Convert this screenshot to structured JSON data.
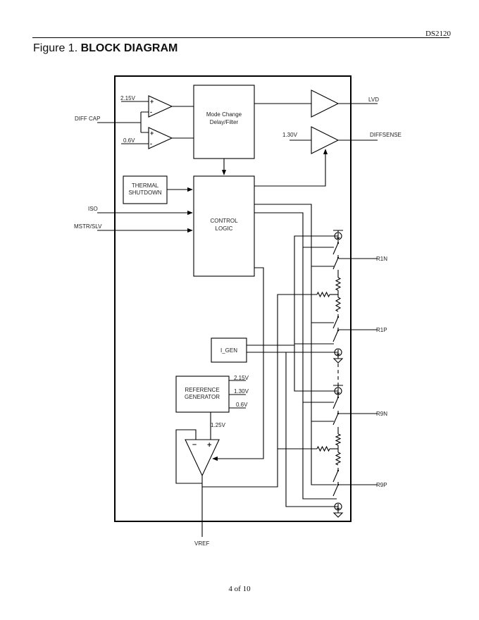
{
  "header": {
    "doc_id": "DS2120",
    "figure_prefix": "Figure 1.",
    "figure_title": "BLOCK DIAGRAM"
  },
  "footer": {
    "page": "4 of 10"
  },
  "blocks": {
    "mode_change": [
      "Mode Change",
      "Delay/Filter"
    ],
    "thermal": [
      "THERMAL",
      "SHUTDOWN"
    ],
    "control_logic": [
      "CONTROL",
      "LOGIC"
    ],
    "igen": "I_GEN",
    "reference": [
      "REFERENCE",
      "GENERATOR"
    ]
  },
  "signals": {
    "inputs": {
      "diff_cap": "DIFF CAP",
      "iso": "ISO",
      "mstr_slv": "MSTR/SLV"
    },
    "outputs": {
      "lvd": "LVD",
      "diffsense": "DIFFSENSE",
      "vref": "VREF"
    },
    "terminations": [
      "R1N",
      "R1P",
      "R9N",
      "R9P"
    ]
  },
  "voltages": {
    "comp_upper_ref": "2.15V",
    "comp_lower_ref": "0.6V",
    "diffsense_ref": "1.30V",
    "ref_out_1": "2.15V",
    "ref_out_2": "1.30V",
    "ref_out_3": "0.6V",
    "vref_in": "1.25V"
  }
}
